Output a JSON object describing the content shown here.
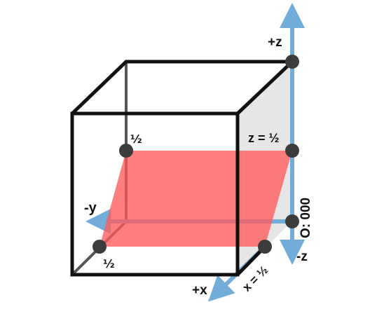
{
  "labels": {
    "plus_z": "+z",
    "minus_z": "-z",
    "plus_x": "+x",
    "minus_y": "-y",
    "origin": "O: 000",
    "z_half": "z = ½",
    "x_half": "x = ½",
    "half_back_left": "½",
    "half_front_left": "½"
  },
  "colors": {
    "axis": "#72acd8",
    "plane": "#ff5a5a",
    "edge": "#111111",
    "side_face": "#e6e6e6",
    "point": "#3c3c3c"
  },
  "icons": [
    "axis-arrow-icon"
  ]
}
